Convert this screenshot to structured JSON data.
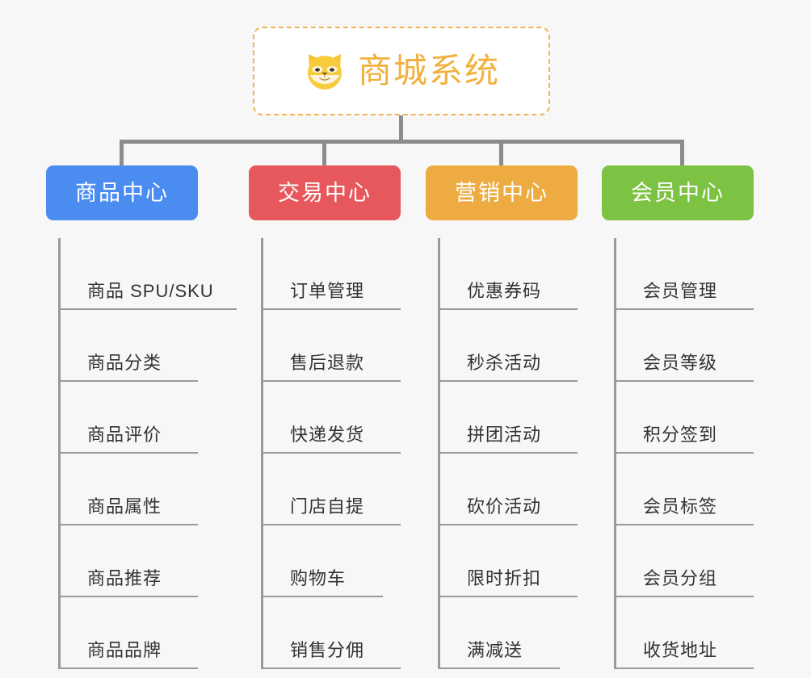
{
  "page": {
    "background_color": "#f7f7f7",
    "title": "商城系统"
  },
  "root": {
    "label": "商城系统",
    "icon": "shiba-dog-face-emoji",
    "text_color": "#f2b03d",
    "border_color": "#f0b254",
    "border_style": "dashed",
    "fill_color": "#ffffff"
  },
  "connector": {
    "color": "#8c8c8c"
  },
  "columns": [
    {
      "id": "product-center",
      "title": "商品中心",
      "color": "#4a8cf0",
      "color_class": "cat-blue",
      "items": [
        {
          "label": "商品 SPU/SKU",
          "width": "w-wide"
        },
        {
          "label": "商品分类",
          "width": "w-mid"
        },
        {
          "label": "商品评价",
          "width": "w-mid"
        },
        {
          "label": "商品属性",
          "width": "w-mid"
        },
        {
          "label": "商品推荐",
          "width": "w-mid"
        },
        {
          "label": "商品品牌",
          "width": "w-mid"
        }
      ]
    },
    {
      "id": "trade-center",
      "title": "交易中心",
      "color": "#e6585b",
      "color_class": "cat-red",
      "items": [
        {
          "label": "订单管理",
          "width": "w-mid"
        },
        {
          "label": "售后退款",
          "width": "w-mid"
        },
        {
          "label": "快递发货",
          "width": "w-mid"
        },
        {
          "label": "门店自提",
          "width": "w-mid"
        },
        {
          "label": "购物车",
          "width": "w-narrow"
        },
        {
          "label": "销售分佣",
          "width": "w-mid"
        }
      ]
    },
    {
      "id": "marketing-center",
      "title": "营销中心",
      "color": "#edab41",
      "color_class": "cat-orange",
      "items": [
        {
          "label": "优惠券码",
          "width": "w-mid"
        },
        {
          "label": "秒杀活动",
          "width": "w-mid"
        },
        {
          "label": "拼团活动",
          "width": "w-mid"
        },
        {
          "label": "砍价活动",
          "width": "w-mid"
        },
        {
          "label": "限时折扣",
          "width": "w-mid"
        },
        {
          "label": "满减送",
          "width": "w-narrow"
        }
      ]
    },
    {
      "id": "member-center",
      "title": "会员中心",
      "color": "#7cc243",
      "color_class": "cat-green",
      "items": [
        {
          "label": "会员管理",
          "width": "w-mid"
        },
        {
          "label": "会员等级",
          "width": "w-mid"
        },
        {
          "label": "积分签到",
          "width": "w-mid"
        },
        {
          "label": "会员标签",
          "width": "w-mid"
        },
        {
          "label": "会员分组",
          "width": "w-mid"
        },
        {
          "label": "收货地址",
          "width": "w-mid"
        }
      ]
    }
  ]
}
